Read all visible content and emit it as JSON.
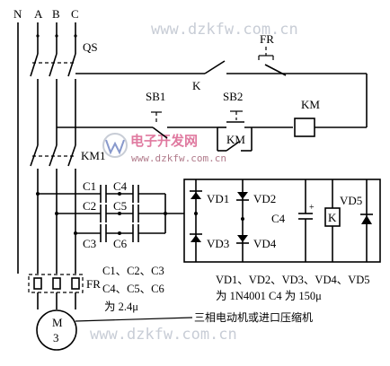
{
  "phase_labels": [
    "N",
    "A",
    "B",
    "C"
  ],
  "labels": {
    "qs": "QS",
    "km1": "KM1",
    "fr_relay": "FR",
    "fr_motor": "FR",
    "k": "K",
    "sb1": "SB1",
    "sb2": "SB2",
    "km_coil": "KM",
    "km_contact": "KM",
    "c1": "C1",
    "c2": "C2",
    "c3": "C3",
    "c4": "C4",
    "c5": "C5",
    "c6": "C6",
    "vd1": "VD1",
    "vd2": "VD2",
    "vd3": "VD3",
    "vd4": "VD4",
    "vd5": "VD5",
    "c4_dc": "C4",
    "relay_k": "K",
    "motor_m": "M",
    "motor_3": "3"
  },
  "notes": {
    "cap_line1": "C1、C2、C3",
    "cap_line2": "C4、C5、C6",
    "cap_line3": "为 2.4μ",
    "diode_line1": "VD1、VD2、VD3、VD4、VD5",
    "diode_line2": "为 1N4001  C4 为 150μ",
    "motor_desc": "三相电动机或进口压缩机"
  },
  "watermarks": {
    "top": "www.dzkfw.com.cn",
    "mid_cn": "电子开发网",
    "mid_url": "www.dzkfw.com.cn",
    "bottom": "www.dzkfw.com.cn"
  },
  "colors": {
    "wire": "#000000",
    "watermark_url": "#c8cdd6",
    "watermark_cn": "#e07aa0"
  }
}
